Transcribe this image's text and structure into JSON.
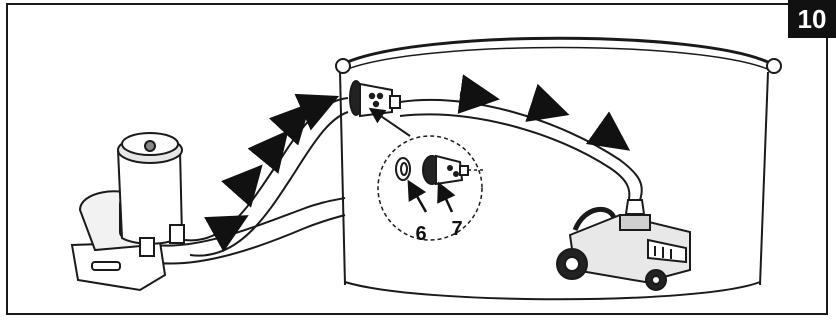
{
  "step": {
    "number": "10"
  },
  "callouts": [
    {
      "id": "6"
    },
    {
      "id": "7"
    }
  ],
  "colors": {
    "stroke": "#1a1a1a",
    "fill": "#ffffff",
    "shade": "#d9d9d9",
    "badge": "#111111"
  }
}
